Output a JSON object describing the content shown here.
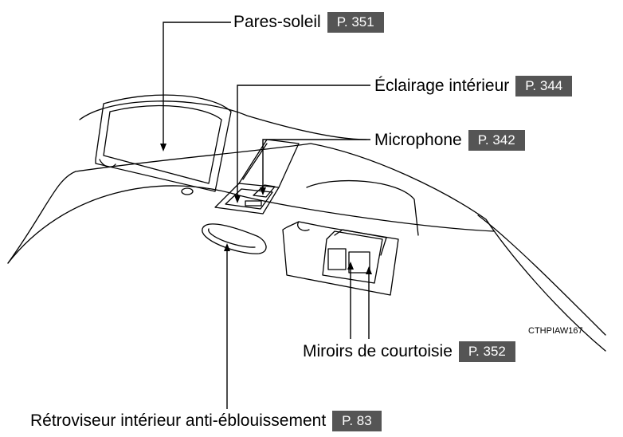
{
  "callouts": {
    "sun_visors": {
      "label": "Pares-soleil",
      "page": "P. 351"
    },
    "interior_light": {
      "label": "Éclairage intérieur",
      "page": "P. 344"
    },
    "microphone": {
      "label": "Microphone",
      "page": "P. 342"
    },
    "vanity_mirrors": {
      "label": "Miroirs de courtoisie",
      "page": "P. 352"
    },
    "rearview_mirror": {
      "label": "Rétroviseur intérieur anti-éblouissement",
      "page": "P. 83"
    }
  },
  "figure_code": "CTHPIAW167",
  "colors": {
    "page_badge": "#555555",
    "line": "#000000"
  }
}
